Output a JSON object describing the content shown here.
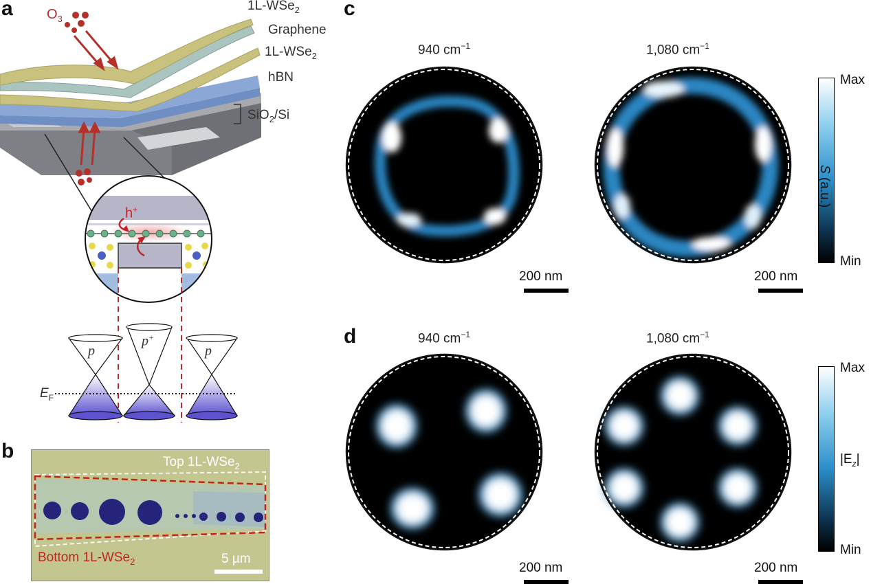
{
  "panels": {
    "a": {
      "letter": "a",
      "labels": {
        "o3": "O",
        "o3_sub": "3",
        "top_wse2": "1L-WSe",
        "top_wse2_sub": "2",
        "graphene": "Graphene",
        "bottom_wse2": "1L-WSe",
        "bottom_wse2_sub": "2",
        "hbn": "hBN",
        "substrate": "SiO",
        "substrate_sub": "2",
        "substrate_tail": "/Si",
        "hole": "h",
        "hole_sup": "+",
        "cone_left": "p",
        "cone_mid": "p",
        "cone_mid_sup": "+",
        "cone_right": "p",
        "fermi": "E",
        "fermi_sub": "F"
      }
    },
    "b": {
      "letter": "b",
      "top_label": "Top 1L-WSe",
      "top_label_sub": "2",
      "bottom_label": "Bottom 1L-WSe",
      "bottom_label_sub": "2",
      "scale": "5 µm"
    },
    "c": {
      "letter": "c",
      "left_title": "940 cm",
      "left_title_sup": "−1",
      "right_title": "1,080 cm",
      "right_title_sup": "−1",
      "scale_left": "200 nm",
      "scale_right": "200 nm",
      "colorbar_max": "Max",
      "colorbar_min": "Min",
      "colorbar_var": "S",
      "colorbar_unit": " (a.u.)"
    },
    "d": {
      "letter": "d",
      "left_title": "940 cm",
      "left_title_sup": "−1",
      "right_title": "1,080 cm",
      "right_title_sup": "−1",
      "scale_left": "200 nm",
      "scale_right": "200 nm",
      "colorbar_max": "Max",
      "colorbar_min": "Min",
      "colorbar_var": "|E",
      "colorbar_var_sub": "z",
      "colorbar_var_tail": "|"
    }
  },
  "colors": {
    "wse2": "#c8c27e",
    "graphene": "#a9c3bd",
    "hbn": "#8aa6d0",
    "substrate": "#8f9094",
    "arrow": "#b3312a",
    "cone_fill": "#6e63d6",
    "map_bg": "#000000",
    "map_hi": "#ffffff",
    "map_mid": "#2f86c0"
  }
}
